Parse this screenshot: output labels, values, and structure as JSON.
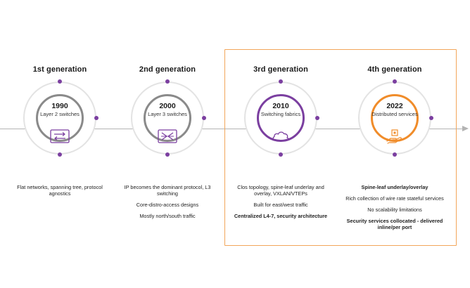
{
  "generations": [
    {
      "title": "1st generation",
      "year": "1990",
      "subtitle": "Layer 2 switches",
      "icon": "layer2-switch-icon",
      "description": [
        "Flat networks, spanning tree, protocol agnostics"
      ]
    },
    {
      "title": "2nd generation",
      "year": "2000",
      "subtitle": "Layer 3 switches",
      "icon": "layer3-switch-icon",
      "description": [
        "IP becomes the dominant protocol, L3 switching",
        "Core-distro-access designs",
        "Mostly north/south traffic"
      ]
    },
    {
      "title": "3rd generation",
      "year": "2010",
      "subtitle": "Switching fabrics",
      "icon": "cloud-icon",
      "description": [
        "Clos topology, spine-leaf underlay and overlay, VXLAN/VTEPs",
        "Built for east/west traffic",
        "Centralized L4-7, security architecture"
      ]
    },
    {
      "title": "4th generation",
      "year": "2022",
      "subtitle": "Distributed services",
      "icon": "hand-chip-icon",
      "description": [
        "Spine-leaf underlay/overlay",
        "Rich collection of wire rate stateful services",
        "No scalability limitations",
        "Security services collocated - delivered inline/per port"
      ]
    }
  ],
  "colors": {
    "accent_purple": "#7b3fa0",
    "accent_orange": "#f08c2a",
    "highlight_border": "#f2a65a",
    "ring_gray": "#8a8a8a",
    "timeline_gray": "#b3b3b3"
  }
}
